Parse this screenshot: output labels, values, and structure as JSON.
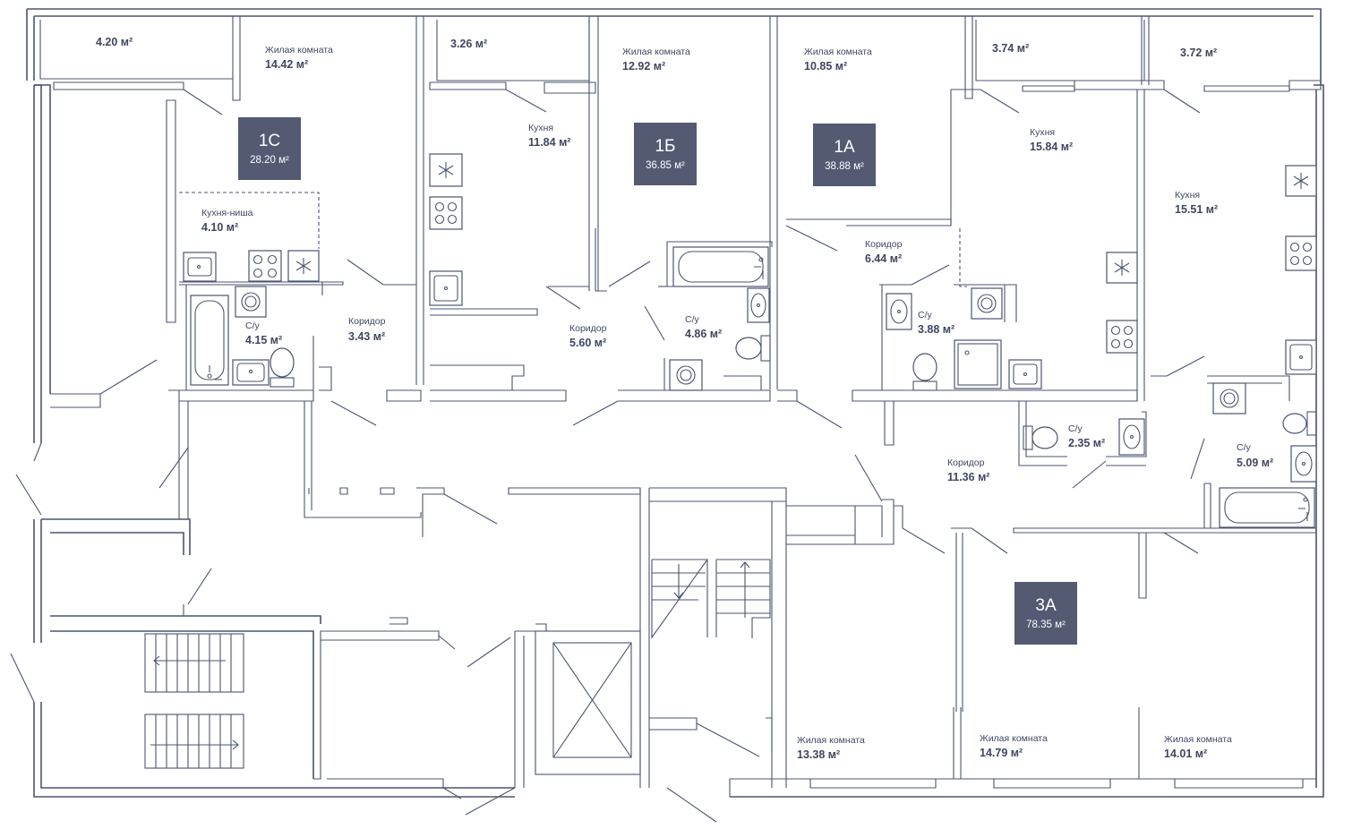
{
  "units": [
    {
      "id": "u1c",
      "code": "1С",
      "area": "28.20 м²"
    },
    {
      "id": "u1b",
      "code": "1Б",
      "area": "36.85 м²"
    },
    {
      "id": "u1a",
      "code": "1А",
      "area": "38.88 м²"
    },
    {
      "id": "u3a",
      "code": "3А",
      "area": "78.35 м²"
    }
  ],
  "rooms": [
    {
      "id": "balc1",
      "name": "",
      "area": "4.20 м²"
    },
    {
      "id": "liv1c",
      "name": "Жилая комната",
      "area": "14.42 м²"
    },
    {
      "id": "niche1c",
      "name": "Кухня-ниша",
      "area": "4.10 м²"
    },
    {
      "id": "bath1c",
      "name": "С/у",
      "area": "4.15 м²"
    },
    {
      "id": "corr1c",
      "name": "Коридор",
      "area": "3.43 м²"
    },
    {
      "id": "balc2",
      "name": "",
      "area": "3.26 м²"
    },
    {
      "id": "kit1b",
      "name": "Кухня",
      "area": "11.84 м²"
    },
    {
      "id": "liv1b",
      "name": "Жилая комната",
      "area": "12.92 м²"
    },
    {
      "id": "corr1b",
      "name": "Коридор",
      "area": "5.60 м²"
    },
    {
      "id": "bath1b",
      "name": "С/у",
      "area": "4.86 м²"
    },
    {
      "id": "liv1a",
      "name": "Жилая комната",
      "area": "10.85 м²"
    },
    {
      "id": "corr1a",
      "name": "Коридор",
      "area": "6.44 м²"
    },
    {
      "id": "bath1a",
      "name": "С/у",
      "area": "3.88 м²"
    },
    {
      "id": "balc3",
      "name": "",
      "area": "3.74 м²"
    },
    {
      "id": "kit1a",
      "name": "Кухня",
      "area": "15.84 м²"
    },
    {
      "id": "balc4",
      "name": "",
      "area": "3.72 м²"
    },
    {
      "id": "kit3a",
      "name": "Кухня",
      "area": "15.51 м²"
    },
    {
      "id": "wc3a1",
      "name": "С/у",
      "area": "2.35 м²"
    },
    {
      "id": "wc3a2",
      "name": "С/у",
      "area": "5.09 м²"
    },
    {
      "id": "corr3a",
      "name": "Коридор",
      "area": "11.36 м²"
    },
    {
      "id": "liv3a1",
      "name": "Жилая комната",
      "area": "13.38 м²"
    },
    {
      "id": "liv3a2",
      "name": "Жилая комната",
      "area": "14.79 м²"
    },
    {
      "id": "liv3a3",
      "name": "Жилая комната",
      "area": "14.01 м²"
    }
  ],
  "colors": {
    "wall": "#4b5470",
    "badge": "#535a72",
    "text": "#3f4660"
  },
  "icons": [
    "fan-icon",
    "stove-icon",
    "sink-icon",
    "bathtub-icon",
    "toilet-icon",
    "washer-icon",
    "shower-icon",
    "elevator-icon",
    "stairs-arrow-icon"
  ]
}
